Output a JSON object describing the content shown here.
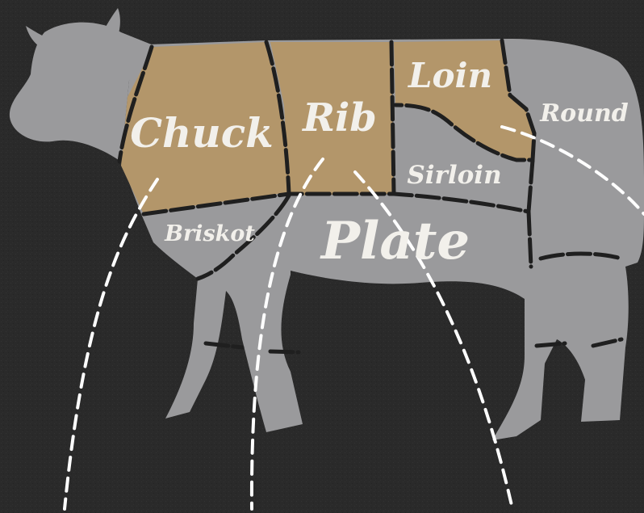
{
  "colors": {
    "background": "#2a2a2a",
    "body": "#9a9a9c",
    "highlight": "#b3966a",
    "seam": "#1f1f1f",
    "dash": "#ffffff",
    "label": "#f2f0eb"
  },
  "cuts": {
    "chuck": {
      "label": "Chuck",
      "highlighted": true
    },
    "rib": {
      "label": "Rib",
      "highlighted": true
    },
    "loin": {
      "label": "Loin",
      "highlighted": true
    },
    "round": {
      "label": "Round",
      "highlighted": false
    },
    "sirloin": {
      "label": "Sirloin",
      "highlighted": false
    },
    "brisket": {
      "label": "Briskot",
      "highlighted": false
    },
    "plate": {
      "label": "Plate",
      "highlighted": false
    }
  }
}
